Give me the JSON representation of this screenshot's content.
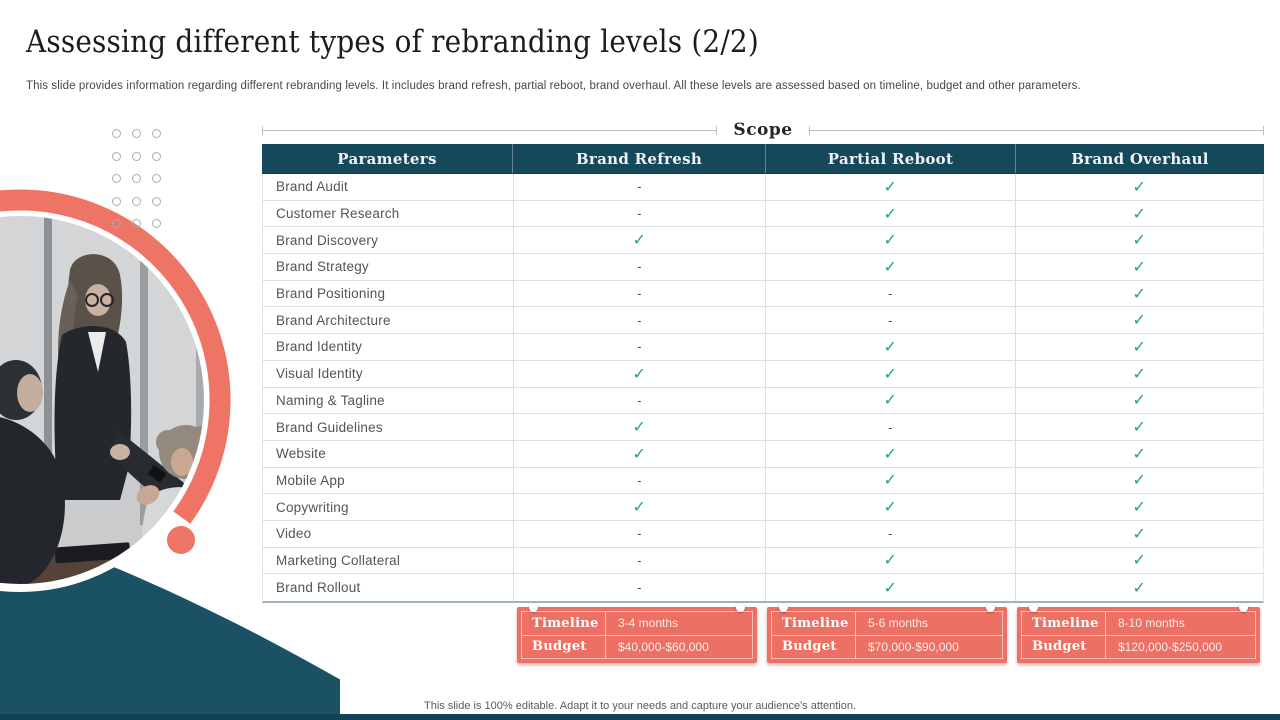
{
  "slide": {
    "title": "Assessing different types of rebranding levels (2/2)",
    "subtitle": "This slide provides information regarding different rebranding levels. It includes brand refresh, partial reboot, brand overhaul. All these levels are assessed based on timeline, budget and other parameters.",
    "footer": "This slide is 100% editable. Adapt it to your needs and capture your audience's attention."
  },
  "scope": {
    "label": "Scope"
  },
  "table": {
    "headers": [
      "Parameters",
      "Brand Refresh",
      "Partial Reboot",
      "Brand Overhaul"
    ],
    "check_symbol": "✓",
    "dash_symbol": "-",
    "rows": [
      {
        "parameter": "Brand Audit",
        "values": [
          "-",
          "✓",
          "✓"
        ]
      },
      {
        "parameter": "Customer Research",
        "values": [
          "-",
          "✓",
          "✓"
        ]
      },
      {
        "parameter": "Brand Discovery",
        "values": [
          "✓",
          "✓",
          "✓"
        ]
      },
      {
        "parameter": "Brand Strategy",
        "values": [
          "-",
          "✓",
          "✓"
        ]
      },
      {
        "parameter": "Brand Positioning",
        "values": [
          "-",
          "-",
          "✓"
        ]
      },
      {
        "parameter": "Brand Architecture",
        "values": [
          "-",
          "-",
          "✓"
        ]
      },
      {
        "parameter": "Brand Identity",
        "values": [
          "-",
          "✓",
          "✓"
        ]
      },
      {
        "parameter": "Visual Identity",
        "values": [
          "✓",
          "✓",
          "✓"
        ]
      },
      {
        "parameter": "Naming & Tagline",
        "values": [
          "-",
          "✓",
          "✓"
        ]
      },
      {
        "parameter": "Brand Guidelines",
        "values": [
          "✓",
          "-",
          "✓"
        ]
      },
      {
        "parameter": "Website",
        "values": [
          "✓",
          "✓",
          "✓"
        ]
      },
      {
        "parameter": "Mobile App",
        "values": [
          "-",
          "✓",
          "✓"
        ]
      },
      {
        "parameter": "Copywriting",
        "values": [
          "✓",
          "✓",
          "✓"
        ]
      },
      {
        "parameter": "Video",
        "values": [
          "-",
          "-",
          "✓"
        ]
      },
      {
        "parameter": "Marketing Collateral",
        "values": [
          "-",
          "✓",
          "✓"
        ]
      },
      {
        "parameter": "Brand Rollout",
        "values": [
          "-",
          "✓",
          "✓"
        ]
      }
    ]
  },
  "cards": [
    {
      "rows": [
        {
          "label": "Timeline",
          "value": "3-4 months"
        },
        {
          "label": "Budget",
          "value": "$40,000-$60,000"
        }
      ]
    },
    {
      "rows": [
        {
          "label": "Timeline",
          "value": "5-6 months"
        },
        {
          "label": "Budget",
          "value": "$70,000-$90,000"
        }
      ]
    },
    {
      "rows": [
        {
          "label": "Timeline",
          "value": "8-10 months"
        },
        {
          "label": "Budget",
          "value": "$120,000-$250,000"
        }
      ]
    }
  ],
  "colors": {
    "header_teal": "#15485a",
    "coral": "#ec7164",
    "check_green": "#2aa55f",
    "teal_wave": "#1a5163",
    "bottom_bar": "#0f4254"
  }
}
